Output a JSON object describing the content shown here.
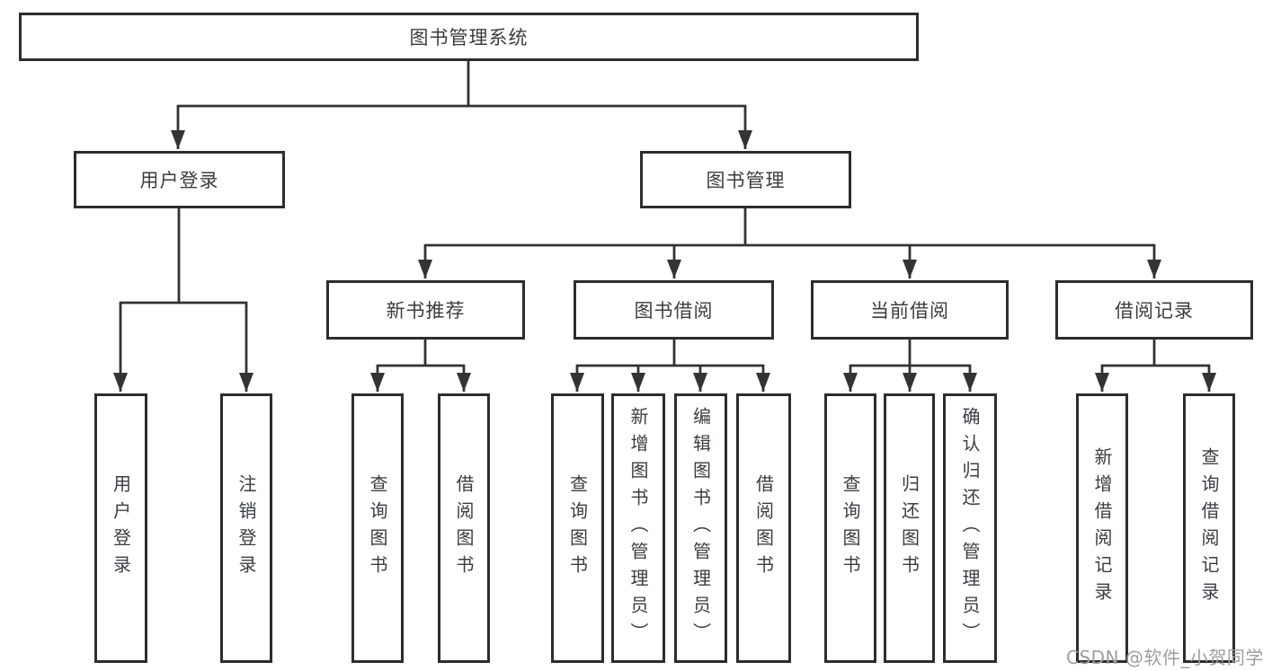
{
  "diagram": {
    "tree": {
      "root": {
        "label": "图书管理系统"
      },
      "branches": [
        {
          "label": "用户登录",
          "children": [
            {
              "label": "用户登录"
            },
            {
              "label": "注销登录"
            }
          ]
        },
        {
          "label": "图书管理",
          "children": [
            {
              "label": "新书推荐",
              "children": [
                {
                  "label": "查询图书"
                },
                {
                  "label": "借阅图书"
                }
              ]
            },
            {
              "label": "图书借阅",
              "children": [
                {
                  "label": "查询图书"
                },
                {
                  "label": "新增图书（管理员）"
                },
                {
                  "label": "编辑图书（管理员）"
                },
                {
                  "label": "借阅图书"
                }
              ]
            },
            {
              "label": "当前借阅",
              "children": [
                {
                  "label": "查询图书"
                },
                {
                  "label": "归还图书"
                },
                {
                  "label": "确认归还（管理员）"
                }
              ]
            },
            {
              "label": "借阅记录",
              "children": [
                {
                  "label": "新增借阅记录"
                },
                {
                  "label": "查询借阅记录"
                }
              ]
            }
          ]
        }
      ]
    },
    "colors": {
      "line": "#333333",
      "box_border": "#2d2d2d",
      "box_fill": "#ffffff",
      "text": "#3a3d41",
      "watermark": "#9e9e9e",
      "background": "#ffffff"
    }
  },
  "watermark": {
    "text": "CSDN @软件_小贺同学"
  }
}
